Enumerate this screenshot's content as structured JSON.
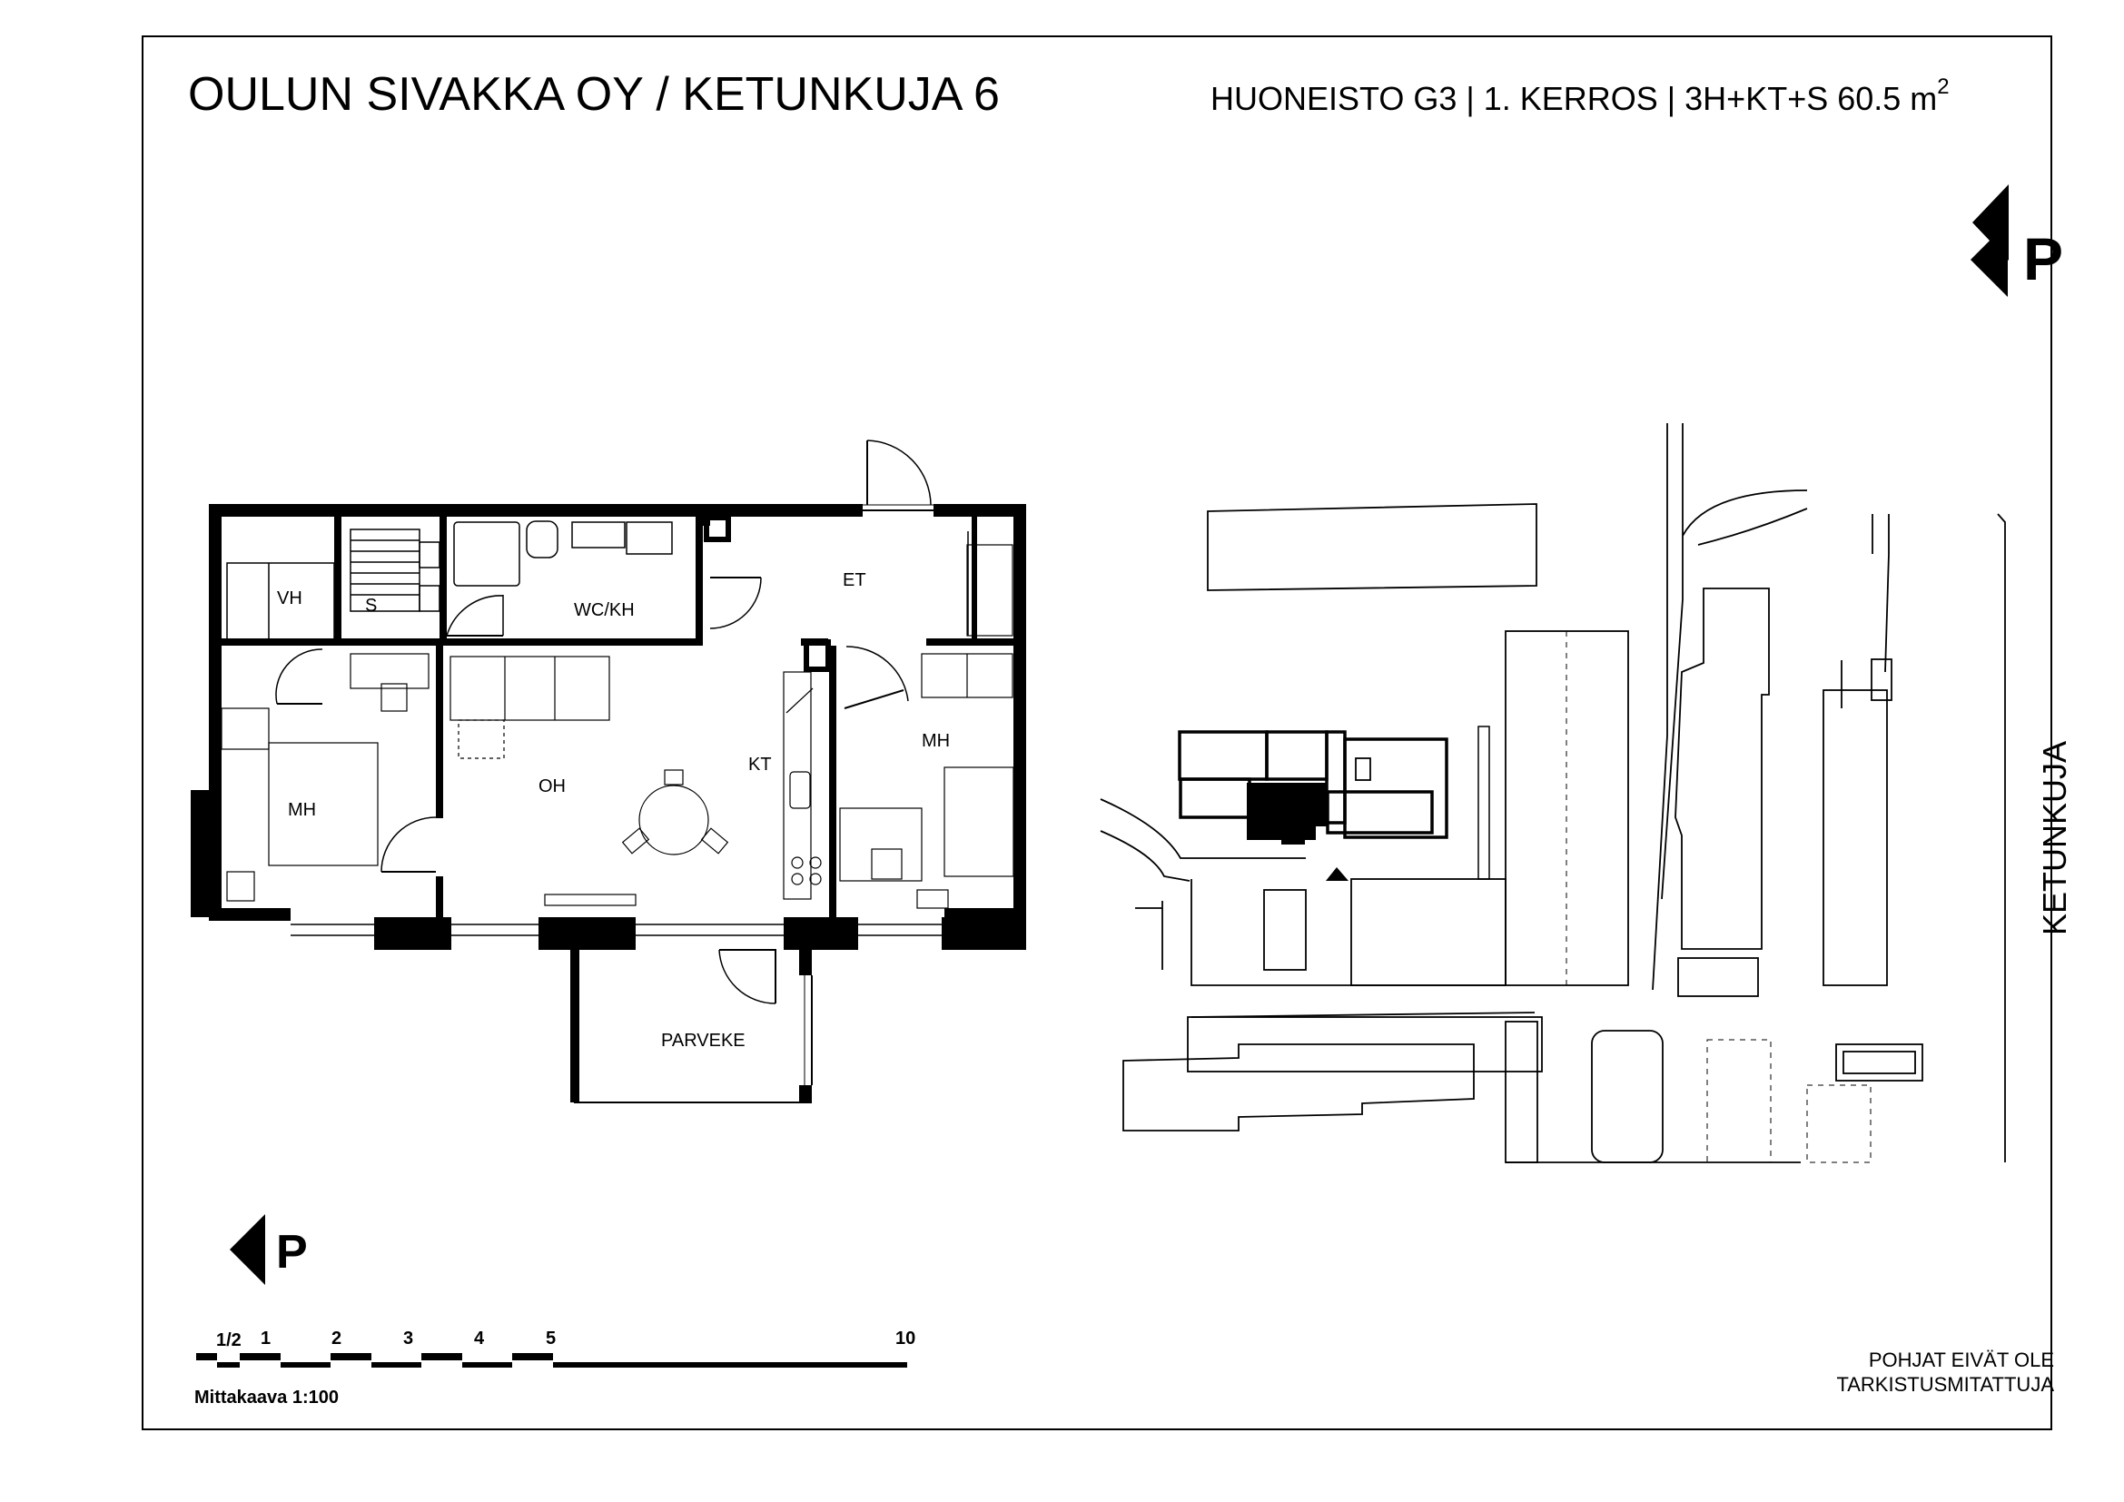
{
  "header": {
    "title": "OULUN SIVAKKA OY / KETUNKUJA 6",
    "apartment_info": "HUONEISTO G3 | 1. KERROS | 3H+KT+S 60.5 m",
    "area_unit_superscript": "2"
  },
  "north_arrow": {
    "label": "P"
  },
  "rooms": {
    "vh": "VH",
    "s": "S",
    "wc_kh": "WC/KH",
    "et": "ET",
    "mh_left": "MH",
    "oh": "OH",
    "kt": "KT",
    "mh_right": "MH",
    "parveke": "PARVEKE"
  },
  "site_plan": {
    "street": "KETUNKUJA"
  },
  "scale_bar": {
    "labels": [
      "1/2",
      "1",
      "2",
      "3",
      "4",
      "5",
      "10"
    ],
    "caption": "Mittakaava 1:100"
  },
  "disclaimer": {
    "line1": "POHJAT EIVÄT OLE",
    "line2": "TARKISTUSMITATTUJA"
  }
}
